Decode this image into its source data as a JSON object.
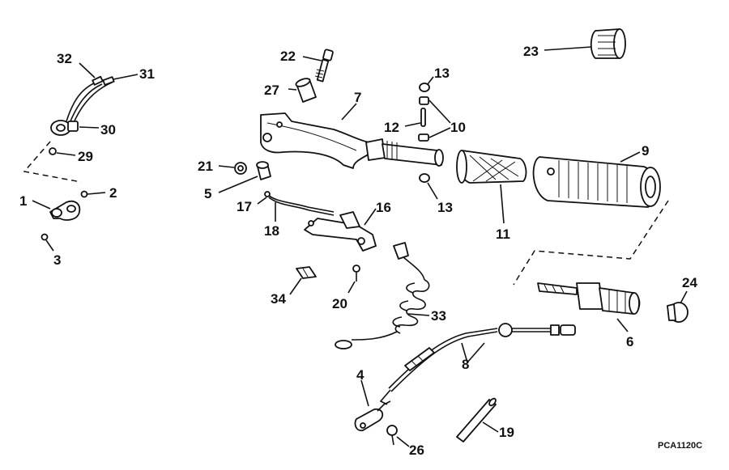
{
  "figure_code": "PCA1120C",
  "callouts": {
    "c1": "1",
    "c2": "2",
    "c3": "3",
    "c4": "4",
    "c5": "5",
    "c6": "6",
    "c7": "7",
    "c8": "8",
    "c9": "9",
    "c10": "10",
    "c11": "11",
    "c12": "12",
    "c13a": "13",
    "c13b": "13",
    "c16": "16",
    "c17": "17",
    "c18": "18",
    "c19": "19",
    "c20": "20",
    "c21": "21",
    "c22": "22",
    "c23": "23",
    "c24": "24",
    "c26": "26",
    "c27": "27",
    "c29": "29",
    "c30": "30",
    "c31": "31",
    "c32": "32",
    "c33": "33",
    "c34": "34"
  }
}
